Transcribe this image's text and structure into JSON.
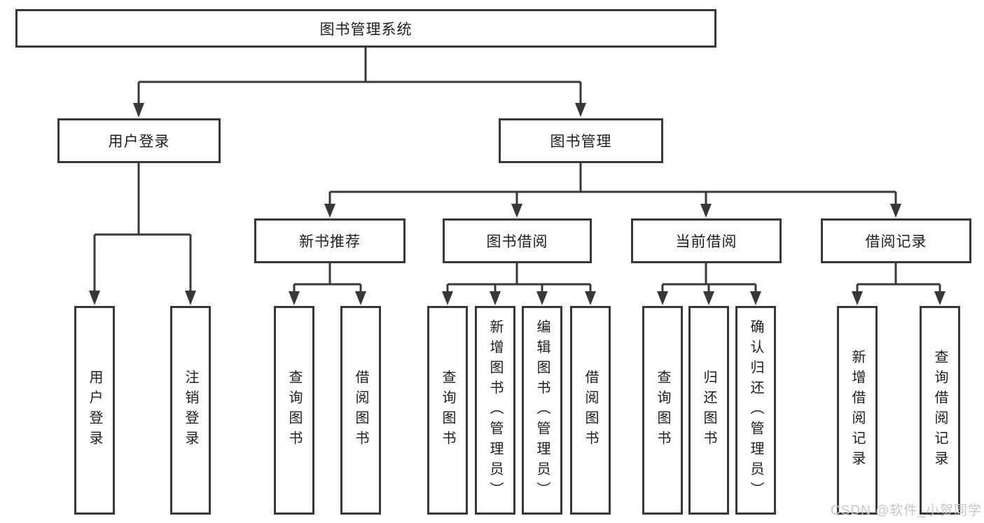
{
  "diagram": {
    "type": "hierarchy-tree",
    "title_node": "图书管理系统",
    "nodes": {
      "root": "图书管理系统",
      "l2_user_login": "用户登录",
      "l2_book_mgmt": "图书管理",
      "l3_new_books": "新书推荐",
      "l3_book_borrow": "图书借阅",
      "l3_current_borrow": "当前借阅",
      "l3_borrow_records": "借阅记录",
      "leaf_login": "用户登录",
      "leaf_logout": "注销登录",
      "leaf_nb_query": "查询图书",
      "leaf_nb_borrow": "借阅图书",
      "leaf_bb_query": "查询图书",
      "leaf_bb_add": "新增图书（管理员）",
      "leaf_bb_edit": "编辑图书（管理员）",
      "leaf_bb_borrow": "借阅图书",
      "leaf_cb_query": "查询图书",
      "leaf_cb_return": "归还图书",
      "leaf_cb_confirm": "确认归还（管理员）",
      "leaf_rec_add": "新增借阅记录",
      "leaf_rec_query": "查询借阅记录"
    },
    "hierarchy": {
      "图书管理系统": {
        "用户登录": [
          "用户登录",
          "注销登录"
        ],
        "图书管理": {
          "新书推荐": [
            "查询图书",
            "借阅图书"
          ],
          "图书借阅": [
            "查询图书",
            "新增图书（管理员）",
            "编辑图书（管理员）",
            "借阅图书"
          ],
          "当前借阅": [
            "查询图书",
            "归还图书",
            "确认归还（管理员）"
          ],
          "借阅记录": [
            "新增借阅记录",
            "查询借阅记录"
          ]
        }
      }
    },
    "colors": {
      "line": "#383838",
      "node_border": "#383838",
      "node_fill": "#ffffff",
      "text": "#1d1d1d",
      "background": "#ffffff"
    }
  },
  "watermark": {
    "text": "CSDN @软件_小贺同学",
    "color": "#c6c6c6"
  }
}
